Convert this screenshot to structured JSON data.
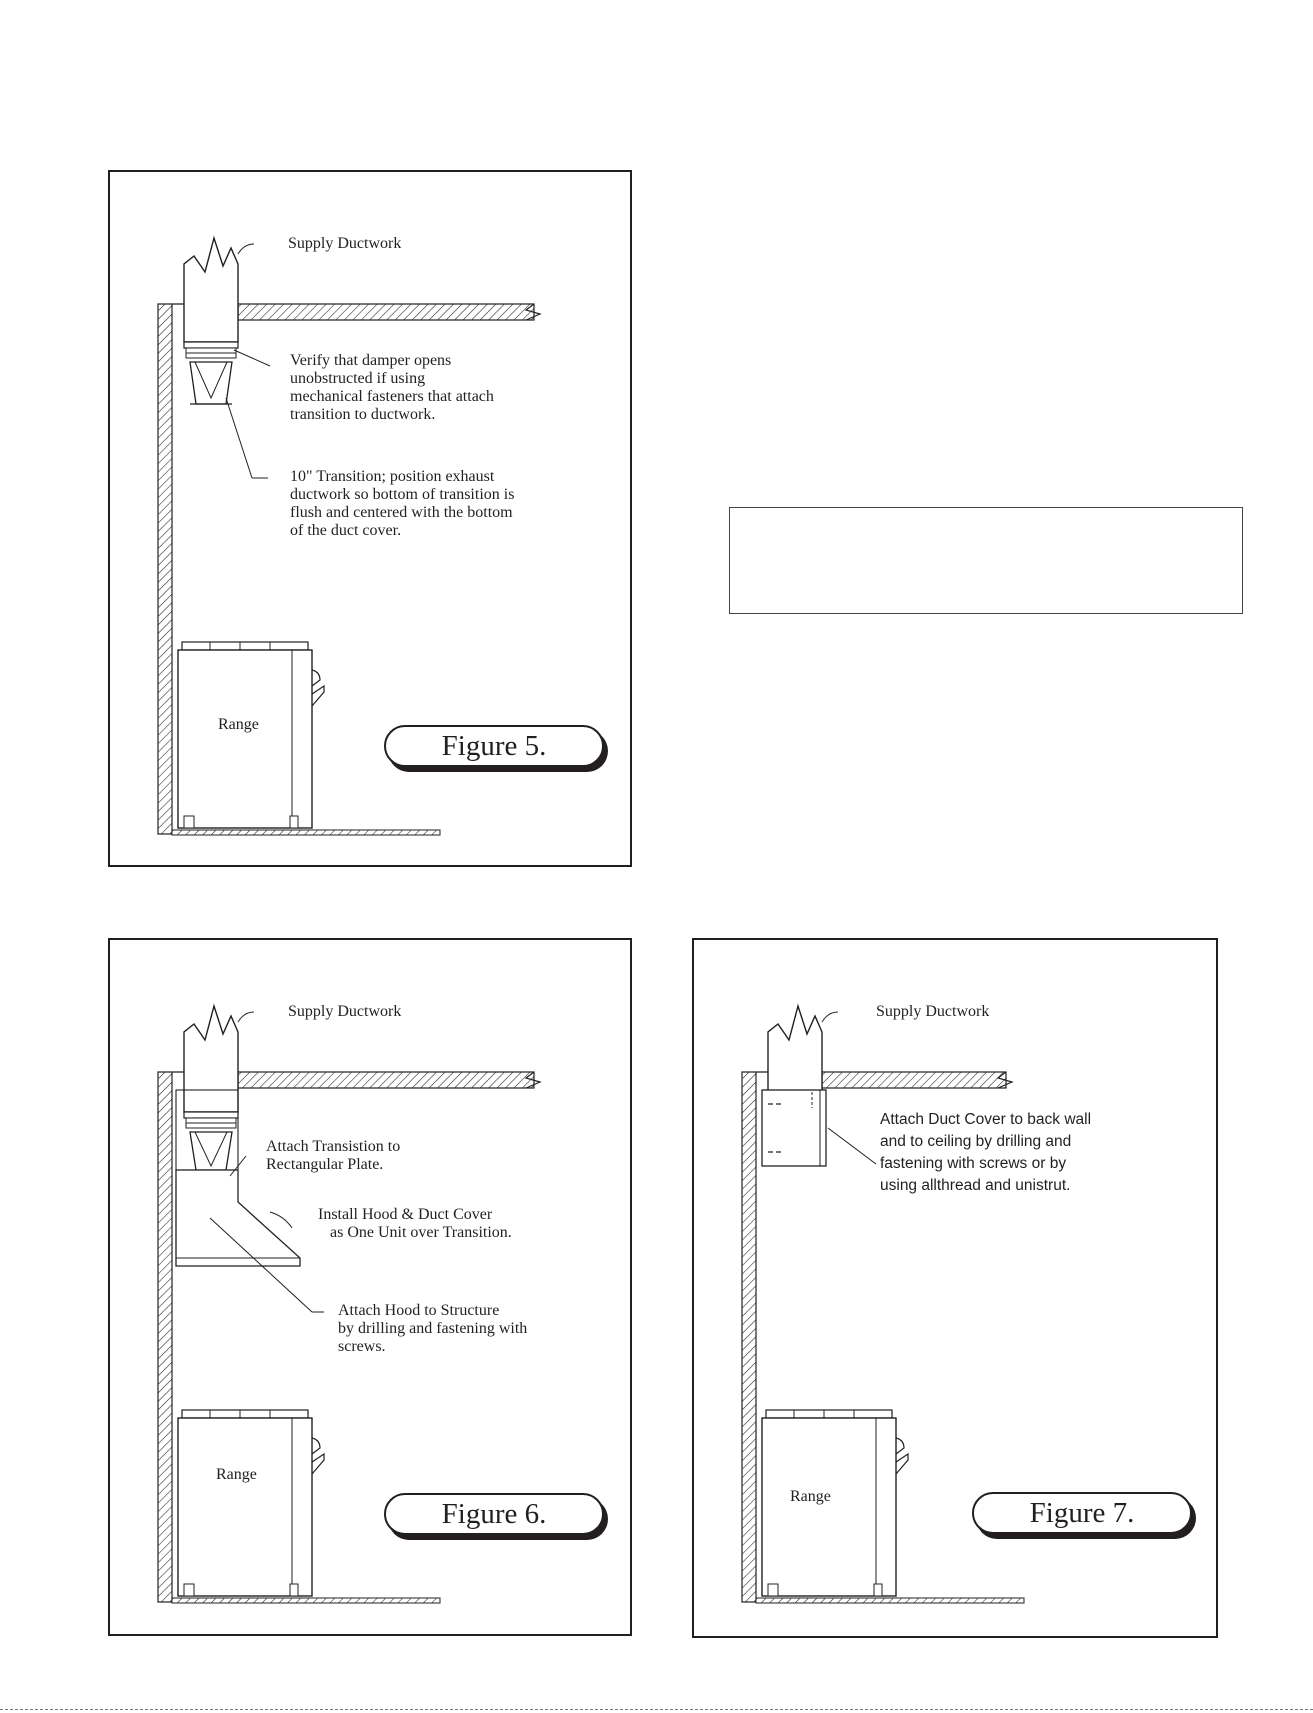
{
  "figure5": {
    "supply_label": "Supply Ductwork",
    "damper_note": "Verify that damper opens\nunobstructed if using\nmechanical fasteners that attach\ntransition to ductwork.",
    "transition_note": "10\" Transition; position exhaust\nductwork so bottom of transition is\nflush and centered with the bottom\nof the duct cover.",
    "range_label": "Range",
    "figure_label": "Figure 5."
  },
  "figure6": {
    "supply_label": "Supply Ductwork",
    "attach_transition_note": "Attach Transistion to\nRectangular Plate.",
    "install_hood_note": "Install Hood & Duct Cover\n   as One Unit over Transition.",
    "attach_hood_note": "Attach Hood to Structure\nby drilling and fastening with\nscrews.",
    "range_label": "Range",
    "figure_label": "Figure 6."
  },
  "figure7": {
    "supply_label": "Supply Ductwork",
    "duct_cover_note": "Attach Duct Cover to back wall\nand to ceiling by drilling and\nfastening with screws or by\nusing allthread and unistrut.",
    "range_label": "Range",
    "figure_label": "Figure 7."
  },
  "note_box": {
    "text": ""
  }
}
